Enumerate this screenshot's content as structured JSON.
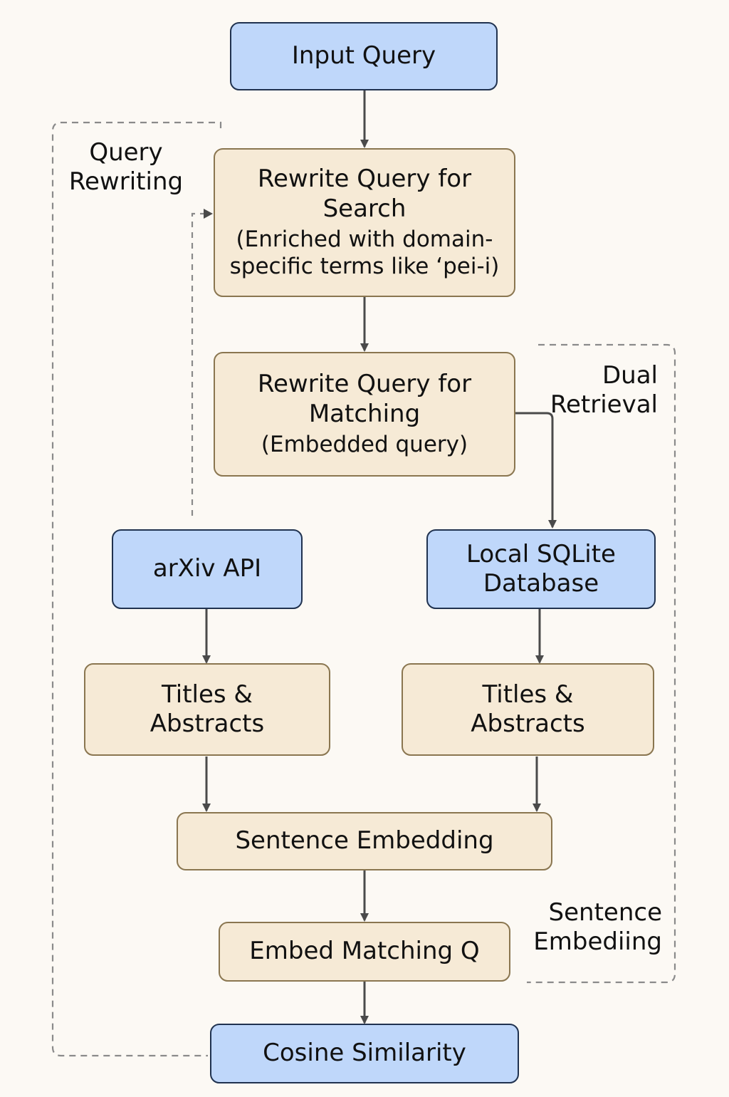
{
  "nodes": {
    "input_query": "Input Query",
    "rewrite_search": {
      "title_line1": "Rewrite Query for",
      "title_line2": "Search",
      "detail_line1": "(Enriched with domain-",
      "detail_line2": "specific terms like ‘pei-i)"
    },
    "rewrite_matching": {
      "title_line1": "Rewrite Query for",
      "title_line2": "Matching",
      "detail": "(Embedded query)"
    },
    "arxiv_api": "arXiv API",
    "local_sqlite": {
      "line1": "Local SQLite",
      "line2": "Database"
    },
    "titles_abstracts_left": {
      "line1": "Titles &",
      "line2": "Abstracts"
    },
    "titles_abstracts_right": {
      "line1": "Titles &",
      "line2": "Abstracts"
    },
    "sentence_embedding": "Sentence Embedding",
    "embed_matching_q": "Embed Matching Q",
    "cosine_similarity": "Cosine Similarity"
  },
  "groups": {
    "query_rewriting": {
      "line1": "Query",
      "line2": "Rewriting"
    },
    "dual_retrieval": {
      "line1": "Dual",
      "line2": "Retrieval"
    },
    "sentence_embeding": {
      "line1": "Sentence",
      "line2": "Embediing"
    }
  },
  "colors": {
    "blue_fill": "#bfd7fa",
    "blue_border": "#20324f",
    "beige_fill": "#f6ead6",
    "beige_border": "#8a7650",
    "arrow": "#4a4a4a",
    "dashed": "#8a8a8a",
    "background": "#fcf9f4"
  }
}
